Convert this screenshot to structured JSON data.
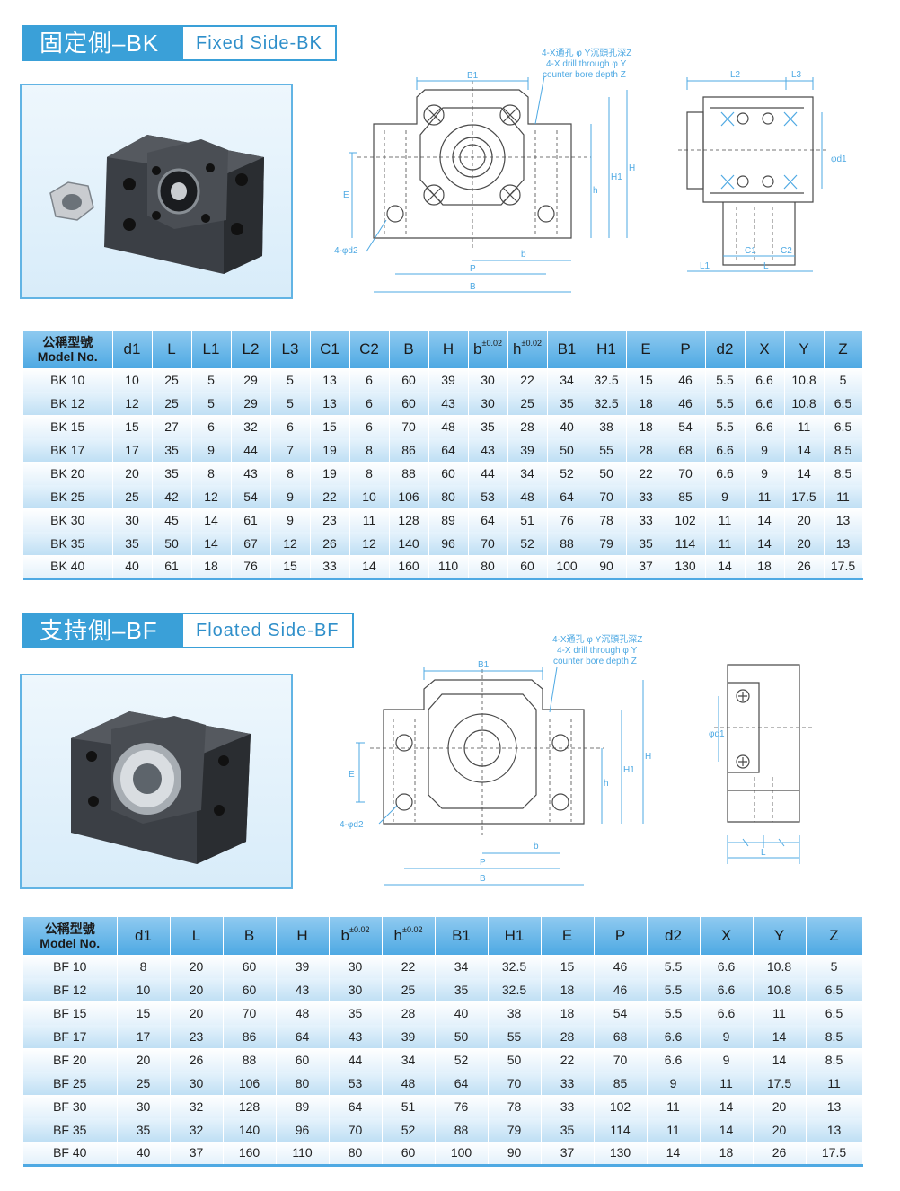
{
  "bk": {
    "title_cn": "固定側–BK",
    "title_en": "Fixed Side-BK",
    "drawing": {
      "note_cn": "4-X通孔 φ Y沉頭孔深Z",
      "note_en1": "4-X drill through φ Y",
      "note_en2": "counter bore depth Z",
      "labels": [
        "B1",
        "E",
        "H1",
        "H",
        "h",
        "b",
        "P",
        "B",
        "4-φd2",
        "L2",
        "L3",
        "φd1",
        "C1",
        "C2",
        "L1",
        "L"
      ]
    },
    "columns": [
      "d1",
      "L",
      "L1",
      "L2",
      "L3",
      "C1",
      "C2",
      "B",
      "H",
      "b",
      "h",
      "B1",
      "H1",
      "E",
      "P",
      "d2",
      "X",
      "Y",
      "Z"
    ],
    "sup": {
      "b": "±0.02",
      "h": "±0.02"
    },
    "model_cn": "公稱型號",
    "model_en": "Model No.",
    "rows": [
      [
        "BK 10",
        "10",
        "25",
        "5",
        "29",
        "5",
        "13",
        "6",
        "60",
        "39",
        "30",
        "22",
        "34",
        "32.5",
        "15",
        "46",
        "5.5",
        "6.6",
        "10.8",
        "5"
      ],
      [
        "BK 12",
        "12",
        "25",
        "5",
        "29",
        "5",
        "13",
        "6",
        "60",
        "43",
        "30",
        "25",
        "35",
        "32.5",
        "18",
        "46",
        "5.5",
        "6.6",
        "10.8",
        "6.5"
      ],
      [
        "BK 15",
        "15",
        "27",
        "6",
        "32",
        "6",
        "15",
        "6",
        "70",
        "48",
        "35",
        "28",
        "40",
        "38",
        "18",
        "54",
        "5.5",
        "6.6",
        "11",
        "6.5"
      ],
      [
        "BK 17",
        "17",
        "35",
        "9",
        "44",
        "7",
        "19",
        "8",
        "86",
        "64",
        "43",
        "39",
        "50",
        "55",
        "28",
        "68",
        "6.6",
        "9",
        "14",
        "8.5"
      ],
      [
        "BK 20",
        "20",
        "35",
        "8",
        "43",
        "8",
        "19",
        "8",
        "88",
        "60",
        "44",
        "34",
        "52",
        "50",
        "22",
        "70",
        "6.6",
        "9",
        "14",
        "8.5"
      ],
      [
        "BK 25",
        "25",
        "42",
        "12",
        "54",
        "9",
        "22",
        "10",
        "106",
        "80",
        "53",
        "48",
        "64",
        "70",
        "33",
        "85",
        "9",
        "11",
        "17.5",
        "11"
      ],
      [
        "BK 30",
        "30",
        "45",
        "14",
        "61",
        "9",
        "23",
        "11",
        "128",
        "89",
        "64",
        "51",
        "76",
        "78",
        "33",
        "102",
        "11",
        "14",
        "20",
        "13"
      ],
      [
        "BK 35",
        "35",
        "50",
        "14",
        "67",
        "12",
        "26",
        "12",
        "140",
        "96",
        "70",
        "52",
        "88",
        "79",
        "35",
        "114",
        "11",
        "14",
        "20",
        "13"
      ],
      [
        "BK 40",
        "40",
        "61",
        "18",
        "76",
        "15",
        "33",
        "14",
        "160",
        "110",
        "80",
        "60",
        "100",
        "90",
        "37",
        "130",
        "14",
        "18",
        "26",
        "17.5"
      ]
    ]
  },
  "bf": {
    "title_cn": "支持側–BF",
    "title_en": "Floated Side-BF",
    "drawing": {
      "note_cn": "4-X通孔 φ Y沉頭孔深Z",
      "note_en1": "4-X drill through φ Y",
      "note_en2": "counter bore depth Z",
      "labels": [
        "B1",
        "E",
        "H1",
        "H",
        "h",
        "b",
        "P",
        "B",
        "4-φd2",
        "φd1",
        "L"
      ]
    },
    "columns": [
      "d1",
      "L",
      "B",
      "H",
      "b",
      "h",
      "B1",
      "H1",
      "E",
      "P",
      "d2",
      "X",
      "Y",
      "Z"
    ],
    "sup": {
      "b": "±0.02",
      "h": "±0.02"
    },
    "model_cn": "公稱型號",
    "model_en": "Model No.",
    "rows": [
      [
        "BF 10",
        "8",
        "20",
        "60",
        "39",
        "30",
        "22",
        "34",
        "32.5",
        "15",
        "46",
        "5.5",
        "6.6",
        "10.8",
        "5"
      ],
      [
        "BF 12",
        "10",
        "20",
        "60",
        "43",
        "30",
        "25",
        "35",
        "32.5",
        "18",
        "46",
        "5.5",
        "6.6",
        "10.8",
        "6.5"
      ],
      [
        "BF 15",
        "15",
        "20",
        "70",
        "48",
        "35",
        "28",
        "40",
        "38",
        "18",
        "54",
        "5.5",
        "6.6",
        "11",
        "6.5"
      ],
      [
        "BF 17",
        "17",
        "23",
        "86",
        "64",
        "43",
        "39",
        "50",
        "55",
        "28",
        "68",
        "6.6",
        "9",
        "14",
        "8.5"
      ],
      [
        "BF 20",
        "20",
        "26",
        "88",
        "60",
        "44",
        "34",
        "52",
        "50",
        "22",
        "70",
        "6.6",
        "9",
        "14",
        "8.5"
      ],
      [
        "BF 25",
        "25",
        "30",
        "106",
        "80",
        "53",
        "48",
        "64",
        "70",
        "33",
        "85",
        "9",
        "11",
        "17.5",
        "11"
      ],
      [
        "BF 30",
        "30",
        "32",
        "128",
        "89",
        "64",
        "51",
        "76",
        "78",
        "33",
        "102",
        "11",
        "14",
        "20",
        "13"
      ],
      [
        "BF 35",
        "35",
        "32",
        "140",
        "96",
        "70",
        "52",
        "88",
        "79",
        "35",
        "114",
        "11",
        "14",
        "20",
        "13"
      ],
      [
        "BF 40",
        "40",
        "37",
        "160",
        "110",
        "80",
        "60",
        "100",
        "90",
        "37",
        "130",
        "14",
        "18",
        "26",
        "17.5"
      ]
    ]
  }
}
